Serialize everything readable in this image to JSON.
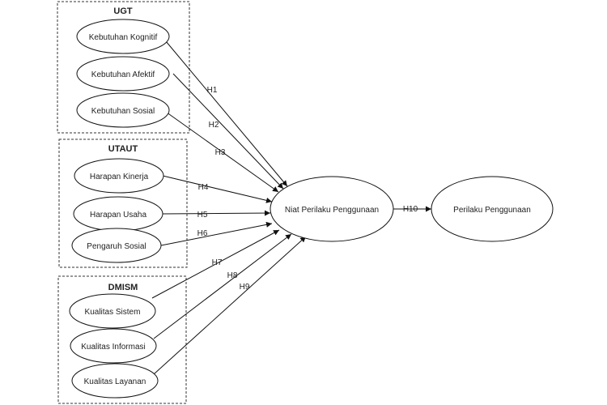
{
  "groups": [
    {
      "id": "ugt",
      "title": "UGT",
      "nodes": [
        "Kebutuhan Kognitif",
        "Kebutuhan Afektif",
        "Kebutuhan Sosial"
      ]
    },
    {
      "id": "utaut",
      "title": "UTAUT",
      "nodes": [
        "Harapan Kinerja",
        "Harapan Usaha",
        "Pengaruh Sosial"
      ]
    },
    {
      "id": "dmism",
      "title": "DMISM",
      "nodes": [
        "Kualitas Sistem",
        "Kualitas Informasi",
        "Kualitas Layanan"
      ]
    }
  ],
  "central_node": "Niat Perilaku Penggunaan",
  "outcome_node": "Perilaku Penggunaan",
  "hypotheses": [
    "H1",
    "H2",
    "H3",
    "H4",
    "H5",
    "H6",
    "H7",
    "H8",
    "H9",
    "H10"
  ]
}
